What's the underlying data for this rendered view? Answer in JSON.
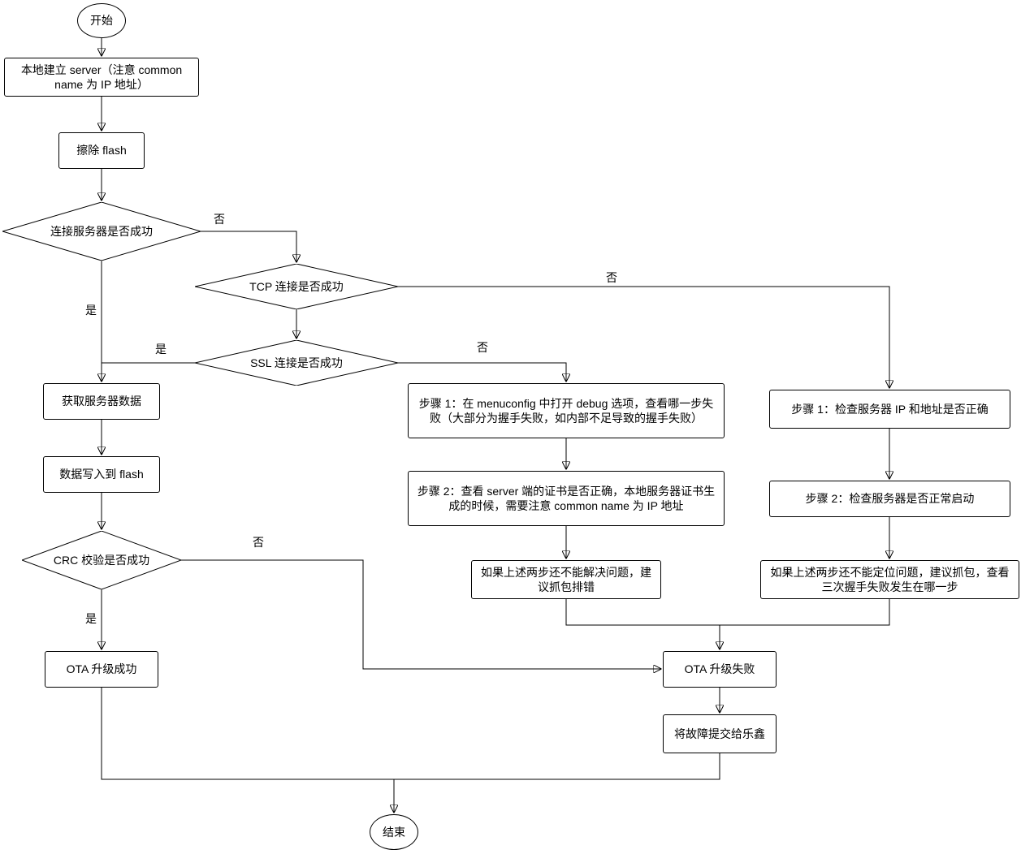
{
  "nodes": {
    "start": {
      "label": "开始"
    },
    "build_server": {
      "label": "本地建立 server（注意 common name 为 IP 地址）"
    },
    "erase_flash": {
      "label": "擦除 flash"
    },
    "connect_server": {
      "label": "连接服务器是否成功"
    },
    "tcp_connect": {
      "label": "TCP 连接是否成功"
    },
    "ssl_connect": {
      "label": "SSL 连接是否成功"
    },
    "get_server_data": {
      "label": "获取服务器数据"
    },
    "write_flash": {
      "label": "数据写入到 flash"
    },
    "crc_check": {
      "label": "CRC 校验是否成功"
    },
    "ota_success": {
      "label": "OTA 升级成功"
    },
    "ssl_step1": {
      "label": "步骤 1：在 menuconfig 中打开 debug 选项，查看哪一步失败（大部分为握手失败，如内部不足导致的握手失败）"
    },
    "ssl_step2": {
      "label": "步骤 2：查看 server 端的证书是否正确，本地服务器证书生成的时候，需要注意 common name 为 IP 地址"
    },
    "ssl_step3": {
      "label": "如果上述两步还不能解决问题，建议抓包排错"
    },
    "tcp_step1": {
      "label": "步骤 1：检查服务器 IP 和地址是否正确"
    },
    "tcp_step2": {
      "label": "步骤 2：检查服务器是否正常启动"
    },
    "tcp_step3": {
      "label": "如果上述两步还不能定位问题，建议抓包，查看三次握手失败发生在哪一步"
    },
    "ota_fail": {
      "label": "OTA 升级失败"
    },
    "report_espressif": {
      "label": "将故障提交给乐鑫"
    },
    "end": {
      "label": "结束"
    }
  },
  "edge_labels": {
    "connect_no": "否",
    "connect_yes": "是",
    "tcp_no": "否",
    "ssl_yes": "是",
    "ssl_no": "否",
    "crc_no": "否",
    "crc_yes": "是"
  },
  "colors": {
    "stroke": "#000000",
    "node_fill": "#ffffff",
    "background": "#ffffff"
  }
}
